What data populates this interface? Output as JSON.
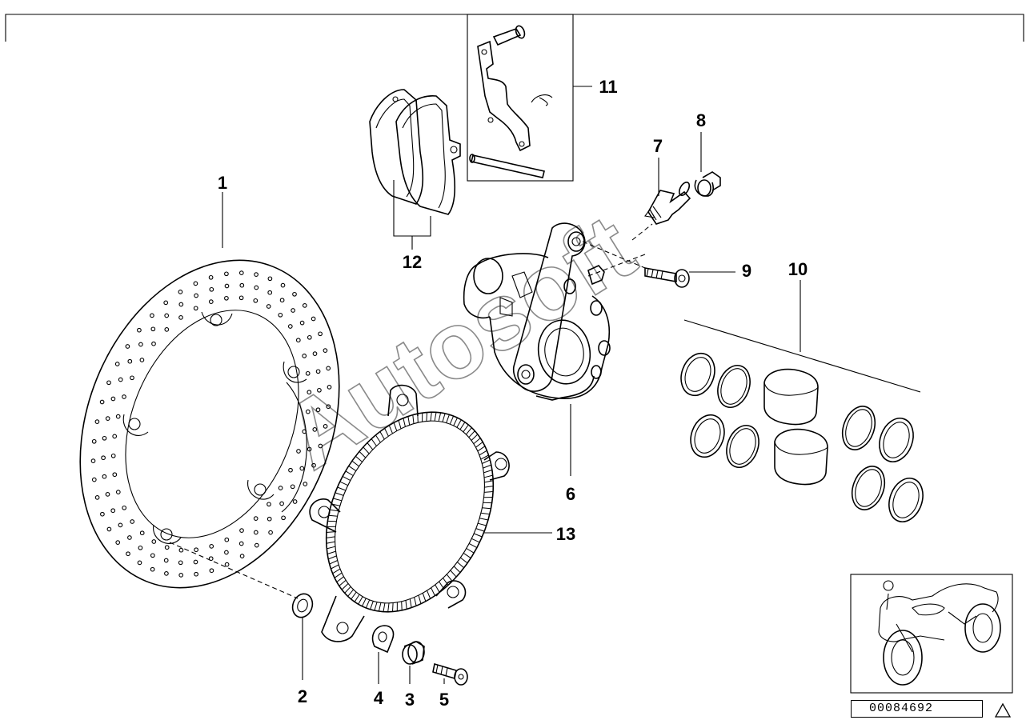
{
  "callouts": [
    {
      "id": "1",
      "label": "1"
    },
    {
      "id": "2",
      "label": "2"
    },
    {
      "id": "3",
      "label": "3"
    },
    {
      "id": "4",
      "label": "4"
    },
    {
      "id": "5",
      "label": "5"
    },
    {
      "id": "6",
      "label": "6"
    },
    {
      "id": "7",
      "label": "7"
    },
    {
      "id": "8",
      "label": "8"
    },
    {
      "id": "9",
      "label": "9"
    },
    {
      "id": "10",
      "label": "10"
    },
    {
      "id": "11",
      "label": "11"
    },
    {
      "id": "12",
      "label": "12"
    },
    {
      "id": "13",
      "label": "13"
    }
  ],
  "watermark": "Autosoft",
  "reference_number": "00084692",
  "icons": {
    "warning": "warning-triangle-icon",
    "vehicle": "motorcycle-thumbnail-icon"
  }
}
